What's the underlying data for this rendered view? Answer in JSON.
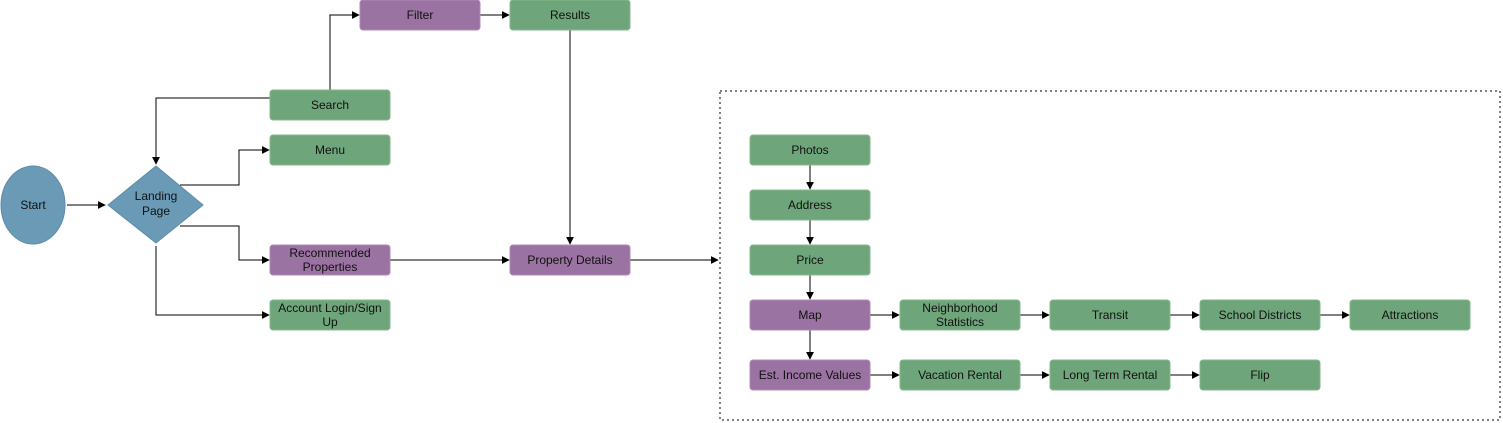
{
  "colors": {
    "green_fill": "#6fa57a",
    "green_stroke": "#86b98f",
    "purple_fill": "#9b73a3",
    "purple_stroke": "#b08ab7",
    "blue_fill": "#6a9ab6",
    "blue_stroke": "#5f8ca8",
    "edge": "#000000"
  },
  "nodes": {
    "start": "Start",
    "landing_page": [
      "Landing",
      "Page"
    ],
    "search": "Search",
    "menu": "Menu",
    "recommended_properties": [
      "Recommended",
      "Properties"
    ],
    "account_login": [
      "Account Login/Sign",
      "Up"
    ],
    "filter": "Filter",
    "results": "Results",
    "property_details": "Property Details",
    "photos": "Photos",
    "address": "Address",
    "price": "Price",
    "map": "Map",
    "neighborhood_statistics": [
      "Neighborhood",
      "Statistics"
    ],
    "transit": "Transit",
    "school_districts": "School Districts",
    "attractions": "Attractions",
    "est_income_values": "Est. Income Values",
    "vacation_rental": "Vacation Rental",
    "long_term_rental": "Long Term Rental",
    "flip": "Flip"
  }
}
